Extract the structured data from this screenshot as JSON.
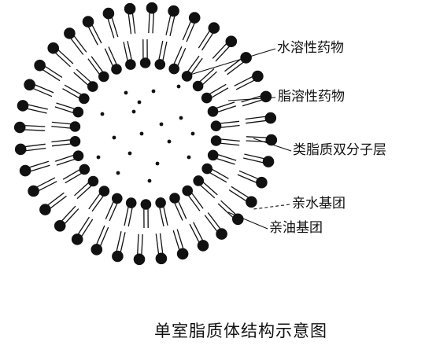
{
  "labels": {
    "water_soluble_drug": "水溶性药物",
    "fat_soluble_drug": "脂溶性药物",
    "lipid_bilayer": "类脂质双分子层",
    "hydrophilic_group": "亲水基团",
    "lipophilic_group": "亲油基团"
  },
  "caption": "单室脂质体结构示意图",
  "colors": {
    "ink": "#111111",
    "background": "#ffffff"
  }
}
